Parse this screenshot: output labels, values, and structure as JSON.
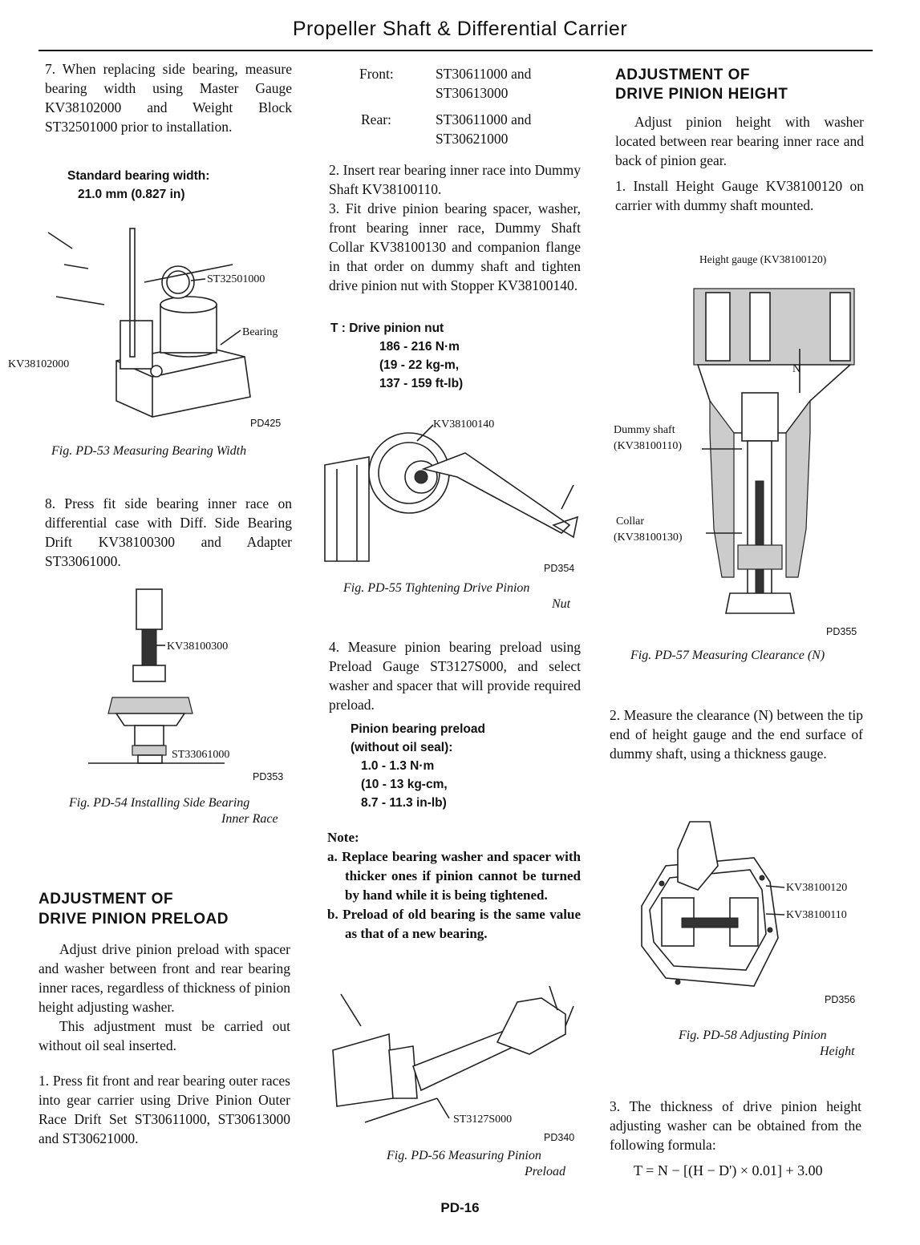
{
  "header": {
    "title": "Propeller Shaft & Differential Carrier"
  },
  "left": {
    "step7": "7.  When replacing side bearing, measure bearing width using Master Gauge KV38102000 and Weight Block ST32501000 prior to installation.",
    "spec_std_1": "Standard bearing width:",
    "spec_std_2": "21.0 mm (0.827 in)",
    "fig53": {
      "label_gauge": "ST32501000",
      "label_bearing": "Bearing",
      "label_master": "KV38102000",
      "code": "PD425",
      "caption": "Fig. PD-53  Measuring Bearing Width"
    },
    "step8": "8.  Press fit side bearing inner race on differential case with Diff. Side Bearing Drift KV38100300 and Adapter ST33061000.",
    "fig54": {
      "label_drift": "KV38100300",
      "label_adapter": "ST33061000",
      "code": "PD353",
      "caption_1": "Fig. PD-54  Installing Side Bearing",
      "caption_2": "Inner Race"
    },
    "heading_1": "ADJUSTMENT OF",
    "heading_2": "DRIVE PINION PRELOAD",
    "para1": "Adjust drive pinion preload with spacer and washer between front and rear bearing inner races, regardless of thickness of pinion height adjusting washer.",
    "para2": "This adjustment must be carried out without oil seal inserted.",
    "step1": "1.  Press fit front and rear bearing outer races into gear carrier using Drive Pinion Outer Race Drift Set ST30611000, ST30613000 and ST30621000."
  },
  "middle": {
    "front_label": "Front:",
    "front_1": "ST30611000 and",
    "front_2": "ST30613000",
    "rear_label": "Rear:",
    "rear_1": "ST30611000 and",
    "rear_2": "ST30621000",
    "step2": "2.  Insert rear bearing inner race into Dummy Shaft KV38100110.",
    "step3": "3.  Fit drive pinion bearing spacer, washer, front bearing inner race, Dummy Shaft Collar KV38100130 and companion flange in that order on dummy shaft and tighten drive pinion nut with Stopper KV38100140.",
    "torque_label": "T : Drive pinion nut",
    "torque_1": "186 - 216 N·m",
    "torque_2": "(19 - 22 kg-m,",
    "torque_3": "137 - 159 ft-lb)",
    "fig55": {
      "label": "KV38100140",
      "code": "PD354",
      "caption_1": "Fig. PD-55  Tightening Drive Pinion",
      "caption_2": "Nut"
    },
    "step4": "4.  Measure pinion bearing preload using Preload Gauge ST3127S000, and select washer and spacer that will provide required preload.",
    "preload_1": "Pinion bearing preload",
    "preload_2": "(without oil seal):",
    "preload_3": "1.0 - 1.3 N·m",
    "preload_4": "(10 - 13 kg-cm,",
    "preload_5": "8.7 - 11.3 in-lb)",
    "note_title": "Note:",
    "note_a": "a.  Replace bearing washer and spacer with thicker ones if pinion cannot be turned by hand while it is being tightened.",
    "note_b": "b.  Preload of old bearing is the same value as that of a new bearing.",
    "fig56": {
      "label": "ST3127S000",
      "code": "PD340",
      "caption_1": "Fig. PD-56  Measuring Pinion",
      "caption_2": "Preload"
    }
  },
  "right": {
    "heading_1": "ADJUSTMENT OF",
    "heading_2": "DRIVE PINION HEIGHT",
    "para1": "Adjust pinion height with washer located between rear bearing inner race and back of pinion gear.",
    "step1": "1.  Install Height Gauge KV38100120 on carrier with dummy shaft mounted.",
    "fig57": {
      "label_gauge": "Height gauge (KV38100120)",
      "label_n": "N",
      "label_dummy_1": "Dummy shaft",
      "label_dummy_2": "(KV38100110)",
      "label_collar_1": "Collar",
      "label_collar_2": "(KV38100130)",
      "code": "PD355",
      "caption": "Fig. PD-57  Measuring Clearance (N)"
    },
    "step2": "2.  Measure the clearance (N) between the tip end of height gauge and the end surface of dummy shaft, using a thickness gauge.",
    "fig58": {
      "label_1": "KV38100120",
      "label_2": "KV38100110",
      "code": "PD356",
      "caption_1": "Fig. PD-58  Adjusting Pinion",
      "caption_2": "Height"
    },
    "step3": "3.  The thickness of drive pinion height adjusting washer can be obtained from the following formula:",
    "formula": "T = N − [(H − D') × 0.01] + 3.00"
  },
  "footer": {
    "page": "PD-16"
  }
}
